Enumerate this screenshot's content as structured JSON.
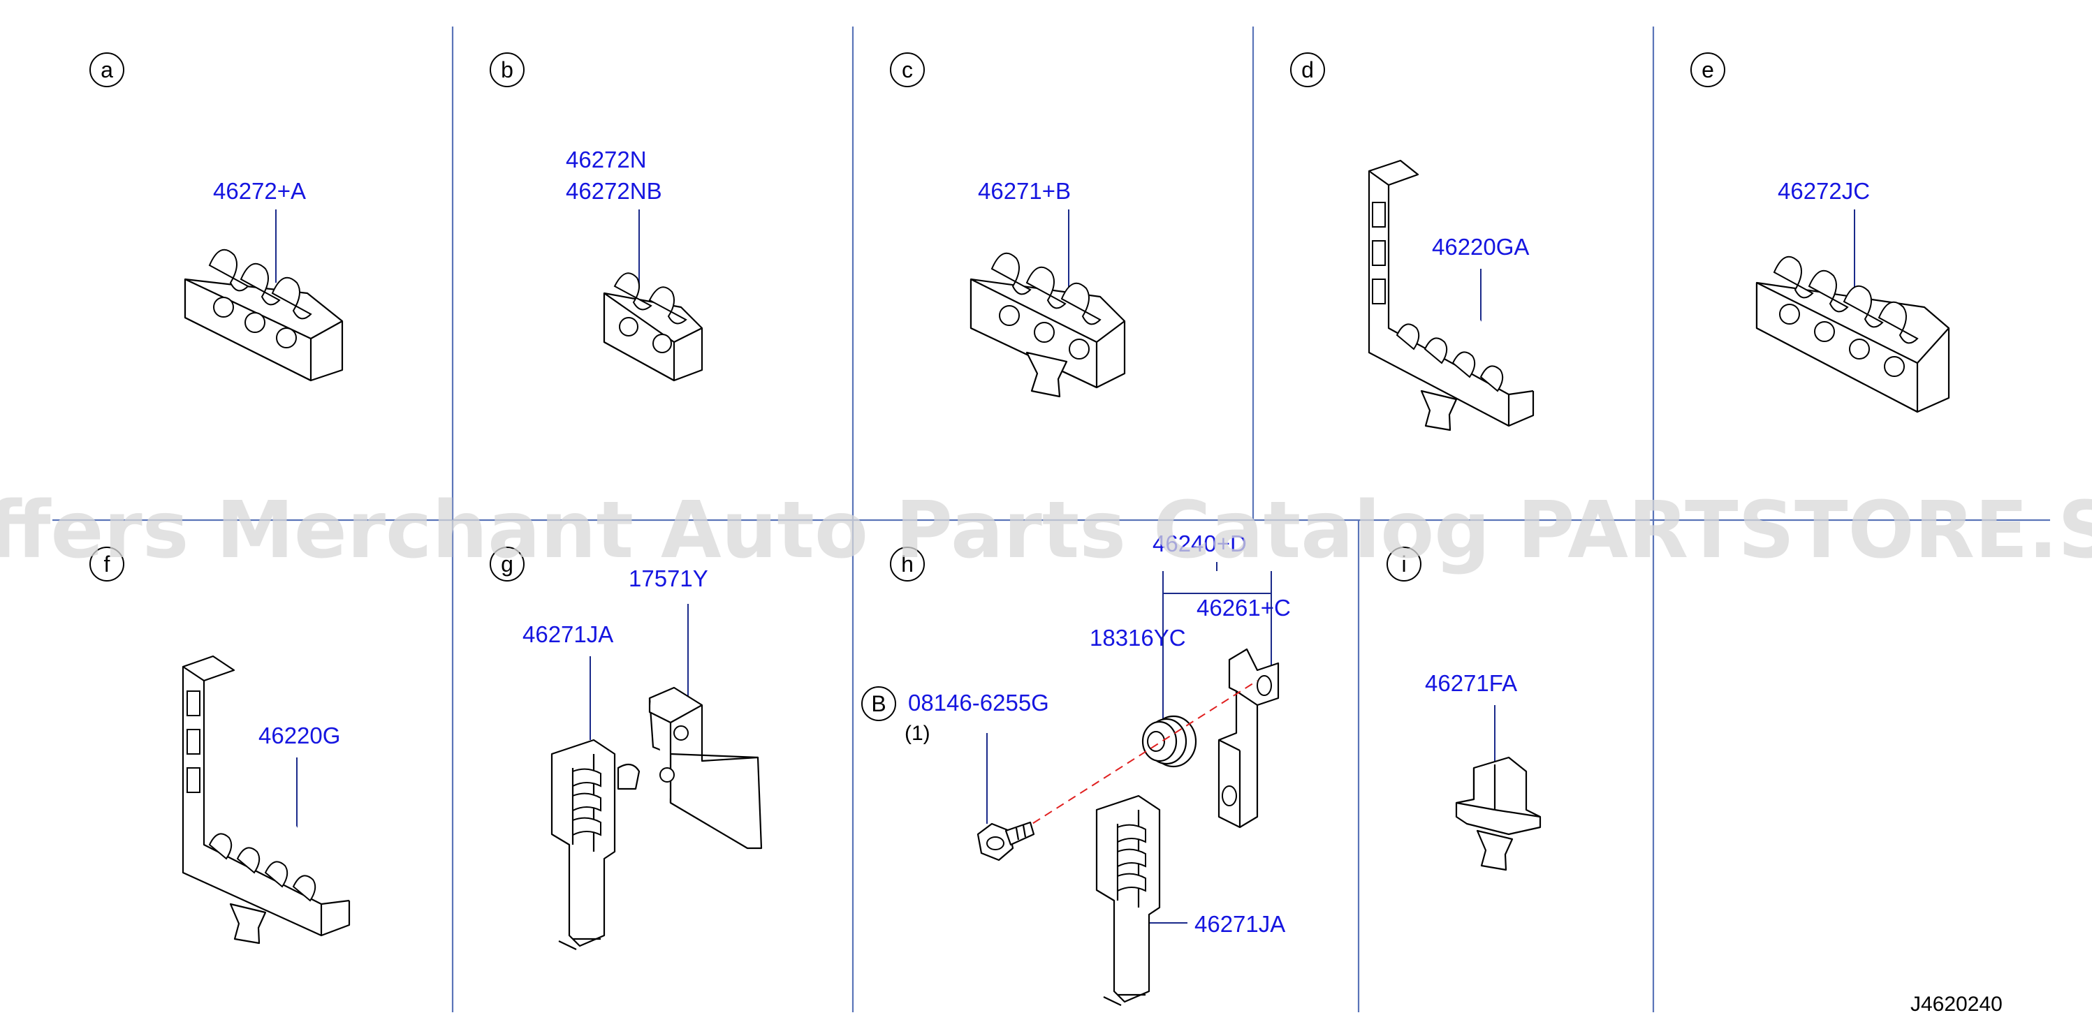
{
  "panels": {
    "a": {
      "label": "a",
      "parts": [
        "46272+A"
      ]
    },
    "b": {
      "label": "b",
      "parts": [
        "46272N",
        "46272NB"
      ]
    },
    "c": {
      "label": "c",
      "parts": [
        "46271+B"
      ]
    },
    "d": {
      "label": "d",
      "parts": [
        "46220GA"
      ]
    },
    "e": {
      "label": "e",
      "parts": [
        "46272JC"
      ]
    },
    "f": {
      "label": "f",
      "parts": [
        "46220G"
      ]
    },
    "g": {
      "label": "g",
      "parts": [
        "17571Y",
        "46271JA"
      ]
    },
    "h": {
      "label": "h",
      "parts": [
        "46240+D",
        "46261+C",
        "18316YC",
        "08146-6255G",
        "46271JA"
      ],
      "bolt_marker": "B",
      "bolt_qty": "(1)"
    },
    "i": {
      "label": "i",
      "parts": [
        "46271FA"
      ]
    }
  },
  "watermark": "Offers Merchant Auto Parts Catalog PARTSTORE.SA",
  "diagram_code": "J4620240",
  "colors": {
    "part_number": "#1515e0",
    "separator": "#5a74b8",
    "watermark": "#d8d8d8",
    "dashed_line": "#e02020"
  }
}
